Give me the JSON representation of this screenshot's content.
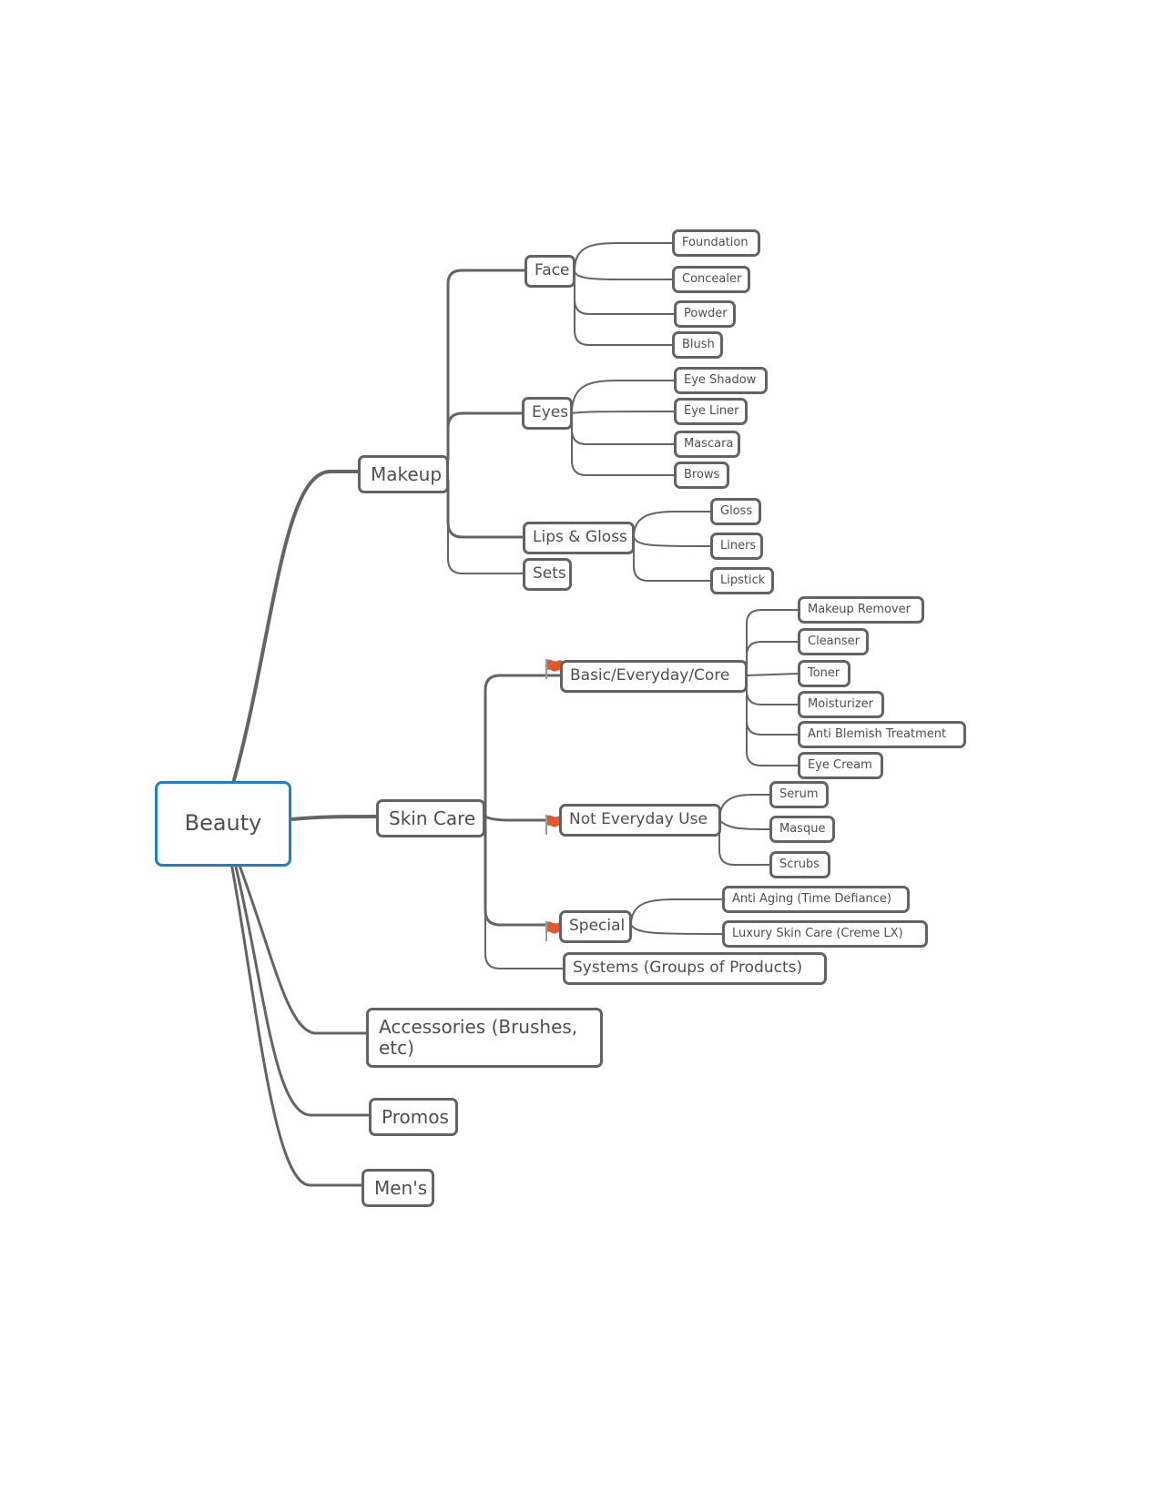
{
  "colors": {
    "root_border": "#1c82c4",
    "node_border": "#636363",
    "connector": "#646464",
    "text": "#4e4e4e",
    "flag": "#e4572e"
  },
  "root": {
    "label": "Beauty"
  },
  "makeup": {
    "label": "Makeup",
    "face": {
      "label": "Face",
      "items": [
        "Foundation",
        "Concealer",
        "Powder",
        "Blush"
      ]
    },
    "eyes": {
      "label": "Eyes",
      "items": [
        "Eye Shadow",
        "Eye Liner",
        "Mascara",
        "Brows"
      ]
    },
    "lips": {
      "label": "Lips & Gloss",
      "items": [
        "Gloss",
        "Liners",
        "Lipstick"
      ]
    },
    "sets": {
      "label": "Sets"
    }
  },
  "skincare": {
    "label": "Skin Care",
    "basic": {
      "label": "Basic/Everyday/Core",
      "flag_icon": "red-flag-icon",
      "items": [
        "Makeup Remover",
        "Cleanser",
        "Toner",
        "Moisturizer",
        "Anti Blemish Treatment",
        "Eye Cream"
      ]
    },
    "noteveryday": {
      "label": "Not Everyday Use",
      "flag_icon": "red-flag-icon",
      "items": [
        "Serum",
        "Masque",
        "Scrubs"
      ]
    },
    "special": {
      "label": "Special",
      "flag_icon": "red-flag-icon",
      "items": [
        "Anti Aging (Time Defiance)",
        "Luxury Skin Care (Creme LX)"
      ]
    },
    "systems": {
      "label": "Systems (Groups of Products)"
    }
  },
  "accessories": {
    "label": "Accessories (Brushes, etc)"
  },
  "promos": {
    "label": "Promos"
  },
  "mens": {
    "label": "Men's"
  }
}
